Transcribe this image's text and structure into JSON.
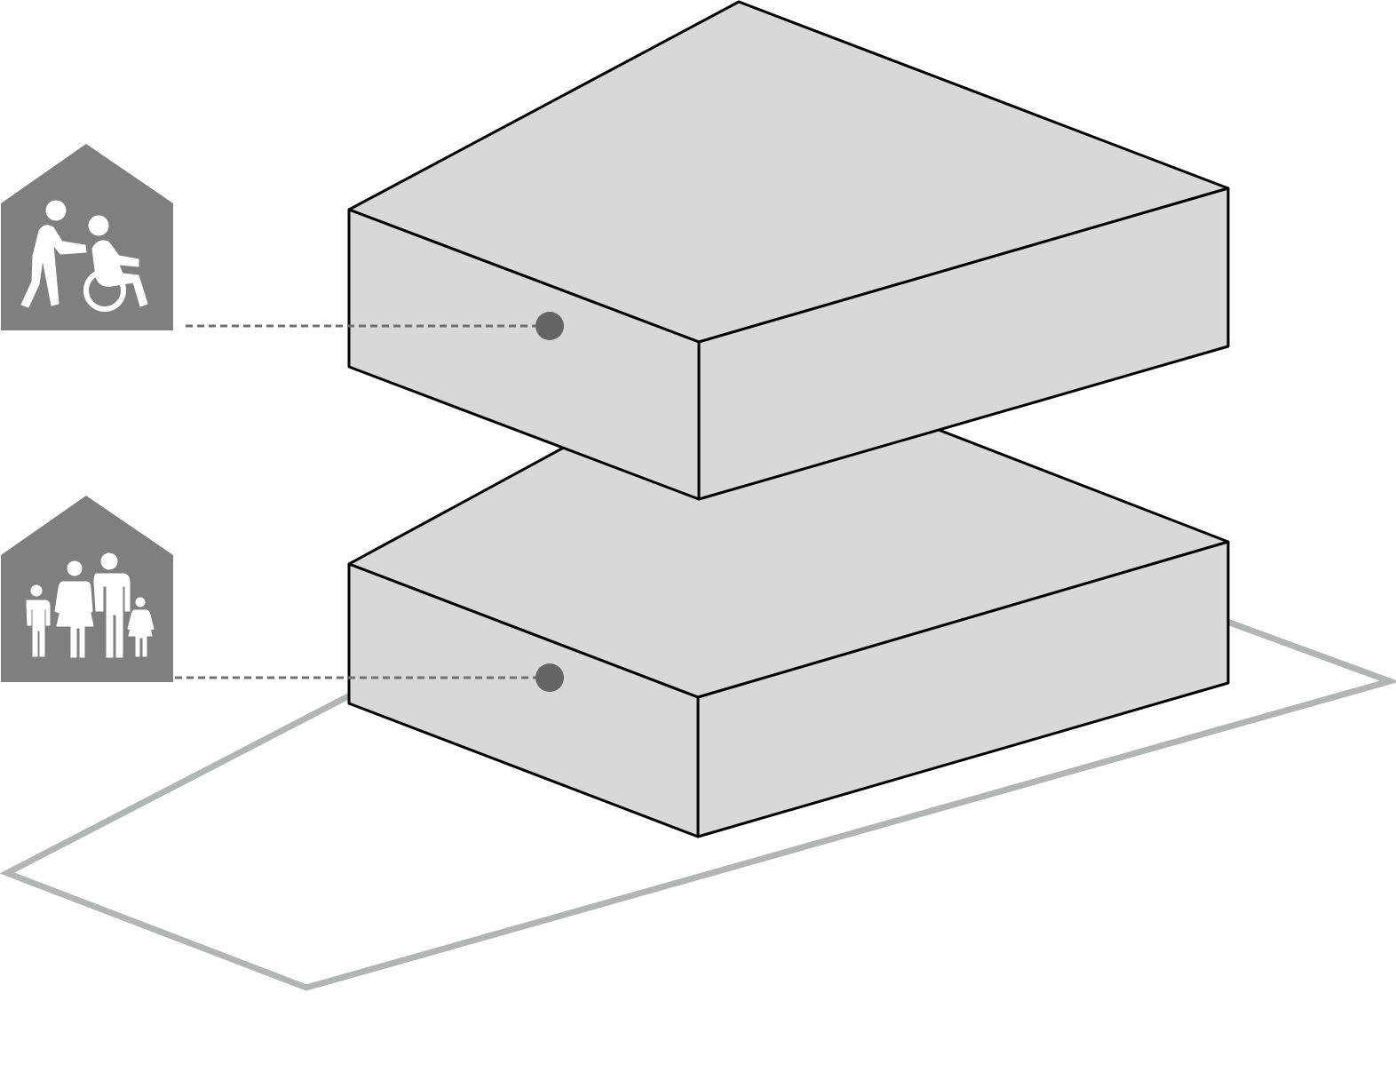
{
  "diagram": {
    "type": "axonometric-stacked-volumes",
    "colors": {
      "volume_fill": "#d8d8d8",
      "volume_stroke": "#000000",
      "site_outline": "#b1b6b5",
      "icon_background": "#7f7f7f",
      "icon_glyph": "#ffffff",
      "leader_line": "#707070",
      "marker_dot": "#656565"
    },
    "volumes": [
      {
        "id": "upper-volume",
        "icon": "caregiver-wheelchair-icon"
      },
      {
        "id": "lower-volume",
        "icon": "family-icon"
      }
    ]
  }
}
